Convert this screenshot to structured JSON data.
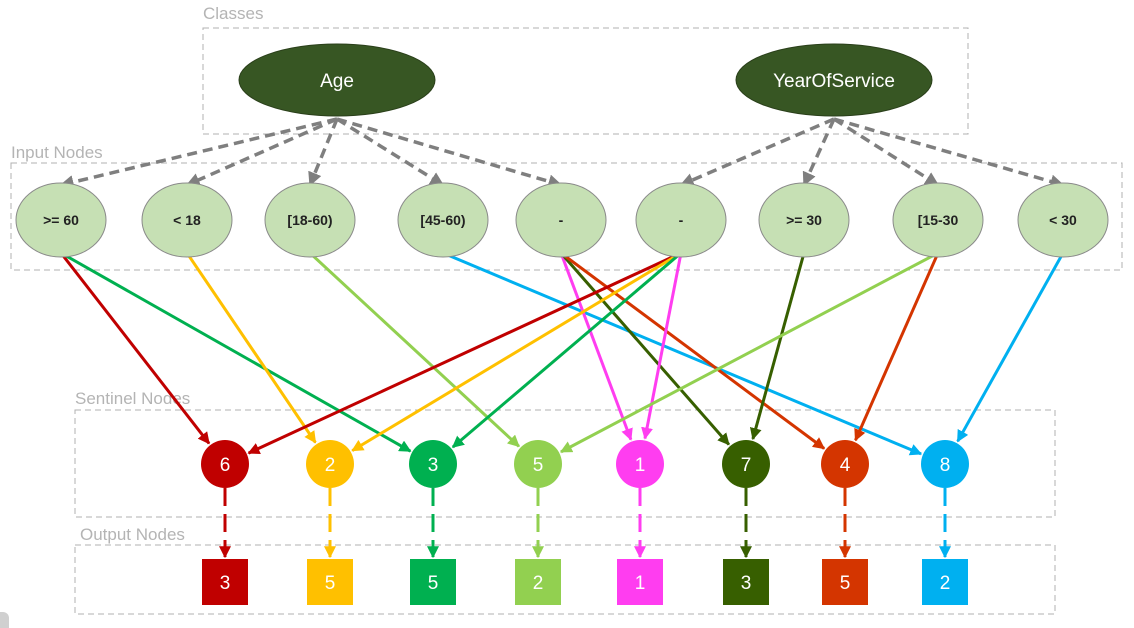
{
  "sections": {
    "classes": "Classes",
    "input_nodes": "Input Nodes",
    "sentinel_nodes": "Sentinel Nodes",
    "output_nodes": "Output Nodes"
  },
  "classes": [
    {
      "id": "age",
      "label": "Age",
      "targets": [
        0,
        1,
        2,
        3,
        4
      ]
    },
    {
      "id": "yos",
      "label": "YearOfService",
      "targets": [
        5,
        6,
        7,
        8
      ]
    }
  ],
  "input_nodes": [
    {
      "label": ">= 60"
    },
    {
      "label": "< 18"
    },
    {
      "label": "[18-60)"
    },
    {
      "label": "[45-60)"
    },
    {
      "label": "-"
    },
    {
      "label": "-"
    },
    {
      "label": ">= 30"
    },
    {
      "label": "[15-30"
    },
    {
      "label": "< 30"
    }
  ],
  "sentinel_nodes": [
    {
      "label": "6",
      "color": "#c00000"
    },
    {
      "label": "2",
      "color": "#ffc000"
    },
    {
      "label": "3",
      "color": "#00b050"
    },
    {
      "label": "5",
      "color": "#92d050"
    },
    {
      "label": "1",
      "color": "#ff3df0"
    },
    {
      "label": "7",
      "color": "#375f00"
    },
    {
      "label": "4",
      "color": "#d43500"
    },
    {
      "label": "8",
      "color": "#00b0f0"
    }
  ],
  "output_nodes": [
    {
      "label": "3",
      "color": "#c00000"
    },
    {
      "label": "5",
      "color": "#ffc000"
    },
    {
      "label": "5",
      "color": "#00b050"
    },
    {
      "label": "2",
      "color": "#92d050"
    },
    {
      "label": "1",
      "color": "#ff3df0"
    },
    {
      "label": "3",
      "color": "#375f00"
    },
    {
      "label": "5",
      "color": "#d43500"
    },
    {
      "label": "2",
      "color": "#00b0f0"
    }
  ],
  "connections": [
    {
      "from": 0,
      "to": 0,
      "color": "#c00000"
    },
    {
      "from": 0,
      "to": 2,
      "color": "#00b050"
    },
    {
      "from": 1,
      "to": 1,
      "color": "#ffc000"
    },
    {
      "from": 2,
      "to": 3,
      "color": "#92d050"
    },
    {
      "from": 3,
      "to": 7,
      "color": "#00b0f0"
    },
    {
      "from": 4,
      "to": 4,
      "color": "#ff3df0"
    },
    {
      "from": 4,
      "to": 5,
      "color": "#375f00"
    },
    {
      "from": 4,
      "to": 6,
      "color": "#d43500"
    },
    {
      "from": 5,
      "to": 0,
      "color": "#c00000"
    },
    {
      "from": 5,
      "to": 1,
      "color": "#ffc000"
    },
    {
      "from": 5,
      "to": 2,
      "color": "#00b050"
    },
    {
      "from": 5,
      "to": 4,
      "color": "#ff3df0"
    },
    {
      "from": 6,
      "to": 5,
      "color": "#375f00"
    },
    {
      "from": 7,
      "to": 3,
      "color": "#92d050"
    },
    {
      "from": 7,
      "to": 6,
      "color": "#d43500"
    },
    {
      "from": 8,
      "to": 7,
      "color": "#00b0f0"
    }
  ],
  "colors": {
    "class_fill": "#375623",
    "input_fill": "#c6e0b4",
    "input_stroke": "#8a8a8a",
    "class_arrow": "#7f7f7f"
  }
}
